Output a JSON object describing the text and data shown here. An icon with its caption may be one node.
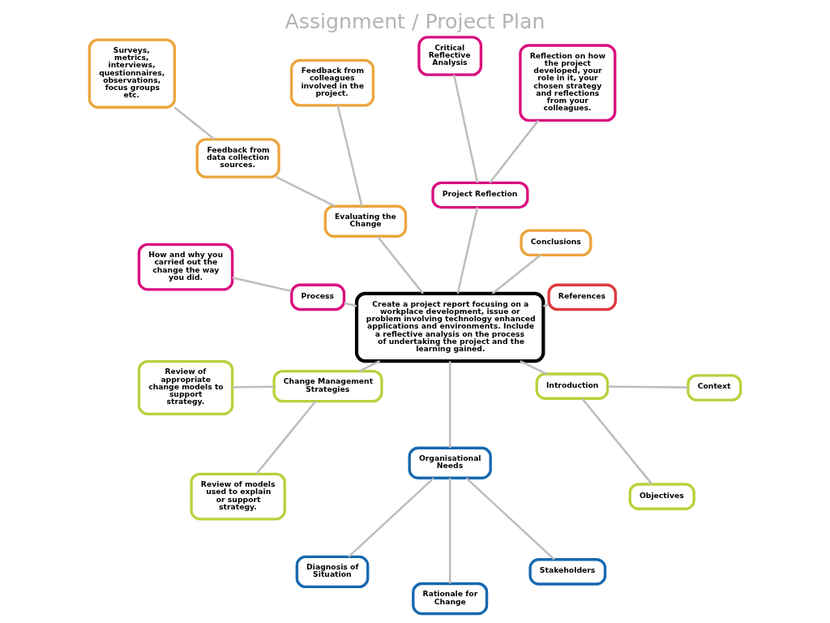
{
  "diagram": {
    "title": "Assignment / Project Plan",
    "nodes": [
      {
        "text": [
          "Surveys, metrics, interviews, questionnaires, observations, focus groups etc."
        ]
      },
      {
        "text": [
          "Feedback from data collection sources."
        ]
      },
      {
        "text": [
          "Feedback from colleagues involved in the project."
        ]
      },
      {
        "text": [
          "Critical Reflective Analysis"
        ]
      },
      {
        "text": [
          "Reflection on how the project developed, your role in it, your chosen strategy and reflections from your colleagues."
        ]
      },
      {
        "text": [
          "Evaluating the Change"
        ]
      },
      {
        "text": [
          "Project Reflection"
        ]
      },
      {
        "text": [
          "How and why you carried out the change the way you did."
        ]
      },
      {
        "text": [
          "Conclusions"
        ]
      },
      {
        "text": [
          "Process"
        ]
      },
      {
        "text": [
          "Create a project report focusing on a workplace development, issue or problem involving technology enhanced applications and environments. Include a reflective analysis on the process of undertaking the project and the learning gained."
        ]
      },
      {
        "text": [
          "References"
        ]
      },
      {
        "text": [
          "Review of appropriate change models to support strategy."
        ]
      },
      {
        "text": [
          "Change Management Strategies"
        ]
      },
      {
        "text": [
          "Introduction"
        ]
      },
      {
        "text": [
          "Context"
        ]
      },
      {
        "text": [
          "Organisational Needs"
        ]
      },
      {
        "text": [
          "Stakeholders"
        ]
      },
      {
        "text": [
          "Objectives"
        ]
      },
      {
        "text": [
          "Review of models used to explain or support strategy."
        ]
      },
      {
        "text": [
          "Diagnosis of Situation"
        ]
      },
      {
        "text": [
          "Rationale for Change"
        ]
      }
    ],
    "edges": [
      {
        "from": 10,
        "to": 5,
        "arrow": "none"
      },
      {
        "from": 5,
        "to": 1,
        "arrow": "none"
      },
      {
        "from": 1,
        "to": 0,
        "arrow": "none"
      },
      {
        "from": 5,
        "to": 2,
        "arrow": "none"
      },
      {
        "from": 10,
        "to": 6,
        "arrow": "none"
      },
      {
        "from": 6,
        "to": 3,
        "arrow": "none"
      },
      {
        "from": 6,
        "to": 4,
        "arrow": "none"
      },
      {
        "from": 10,
        "to": 8,
        "arrow": "none"
      },
      {
        "from": 10,
        "to": 11,
        "arrow": "none"
      },
      {
        "from": 10,
        "to": 14,
        "arrow": "none"
      },
      {
        "from": 14,
        "to": 15,
        "arrow": "none"
      },
      {
        "from": 14,
        "to": 18,
        "arrow": "none"
      },
      {
        "from": 10,
        "to": 16,
        "arrow": "none"
      },
      {
        "from": 16,
        "to": 17,
        "arrow": "none"
      },
      {
        "from": 16,
        "to": 21,
        "arrow": "none"
      },
      {
        "from": 16,
        "to": 20,
        "arrow": "none"
      },
      {
        "from": 10,
        "to": 13,
        "arrow": "none"
      },
      {
        "from": 13,
        "to": 19,
        "arrow": "none"
      },
      {
        "from": 13,
        "to": 12,
        "arrow": "none"
      },
      {
        "from": 10,
        "to": 9,
        "arrow": "none"
      },
      {
        "from": 9,
        "to": 7,
        "arrow": "none"
      }
    ]
  }
}
